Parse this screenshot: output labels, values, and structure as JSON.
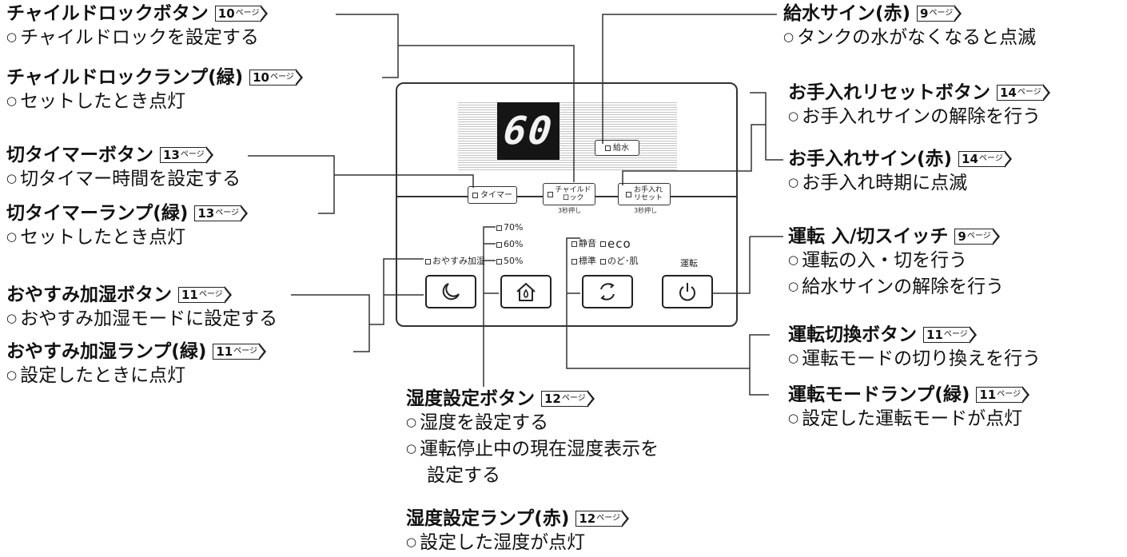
{
  "panel": {
    "display_value": "60",
    "keys": {
      "water_sign": "給水",
      "timer": "タイマー",
      "child_lock_line1": "チャイルド",
      "child_lock_line2": "ロック",
      "child_lock_hold": "3秒押し",
      "care_reset_line1": "お手入れ",
      "care_reset_line2": "リセット",
      "care_reset_hold": "3秒押し"
    },
    "lamps": {
      "sleep_humid": "おやすみ加湿",
      "h70": "70%",
      "h60": "60%",
      "h50": "50%",
      "quiet": "静音",
      "eco": "eco",
      "standard": "標準",
      "throat_skin": "のど･肌"
    },
    "run_label": "運転"
  },
  "callouts": {
    "child_lock_button": {
      "title": "チャイルドロックボタン",
      "ref_num": "10",
      "ref_unit": "ページ",
      "desc": "チャイルドロックを設定する"
    },
    "child_lock_lamp": {
      "title": "チャイルドロックランプ(緑)",
      "ref_num": "10",
      "ref_unit": "ページ",
      "desc": "セットしたとき点灯"
    },
    "off_timer_button": {
      "title": "切タイマーボタン",
      "ref_num": "13",
      "ref_unit": "ページ",
      "desc": "切タイマー時間を設定する"
    },
    "off_timer_lamp": {
      "title": "切タイマーランプ(緑)",
      "ref_num": "13",
      "ref_unit": "ページ",
      "desc": "セットしたとき点灯"
    },
    "sleep_humid_button": {
      "title": "おやすみ加湿ボタン",
      "ref_num": "11",
      "ref_unit": "ページ",
      "desc": "おやすみ加湿モードに設定する"
    },
    "sleep_humid_lamp": {
      "title": "おやすみ加湿ランプ(緑)",
      "ref_num": "11",
      "ref_unit": "ページ",
      "desc": "設定したときに点灯"
    },
    "water_sign": {
      "title": "給水サイン(赤)",
      "ref_num": "9",
      "ref_unit": "ページ",
      "desc": "タンクの水がなくなると点滅"
    },
    "care_reset_button": {
      "title": "お手入れリセットボタン",
      "ref_num": "14",
      "ref_unit": "ページ",
      "desc": "お手入れサインの解除を行う"
    },
    "care_sign": {
      "title": "お手入れサイン(赤)",
      "ref_num": "14",
      "ref_unit": "ページ",
      "desc": "お手入れ時期に点滅"
    },
    "power_switch": {
      "title": "運転 入/切スイッチ",
      "ref_num": "9",
      "ref_unit": "ページ",
      "desc1": "運転の入・切を行う",
      "desc2": "給水サインの解除を行う"
    },
    "mode_button": {
      "title": "運転切換ボタン",
      "ref_num": "11",
      "ref_unit": "ページ",
      "desc": "運転モードの切り換えを行う"
    },
    "mode_lamp": {
      "title": "運転モードランプ(緑)",
      "ref_num": "11",
      "ref_unit": "ページ",
      "desc": "設定した運転モードが点灯"
    },
    "humidity_button": {
      "title": "湿度設定ボタン",
      "ref_num": "12",
      "ref_unit": "ページ",
      "desc1": "湿度を設定する",
      "desc2a": "運転停止中の現在湿度表示を",
      "desc2b": "設定する"
    },
    "humidity_lamp": {
      "title": "湿度設定ランプ(赤)",
      "ref_num": "12",
      "ref_unit": "ページ",
      "desc": "設定した湿度が点灯"
    }
  }
}
